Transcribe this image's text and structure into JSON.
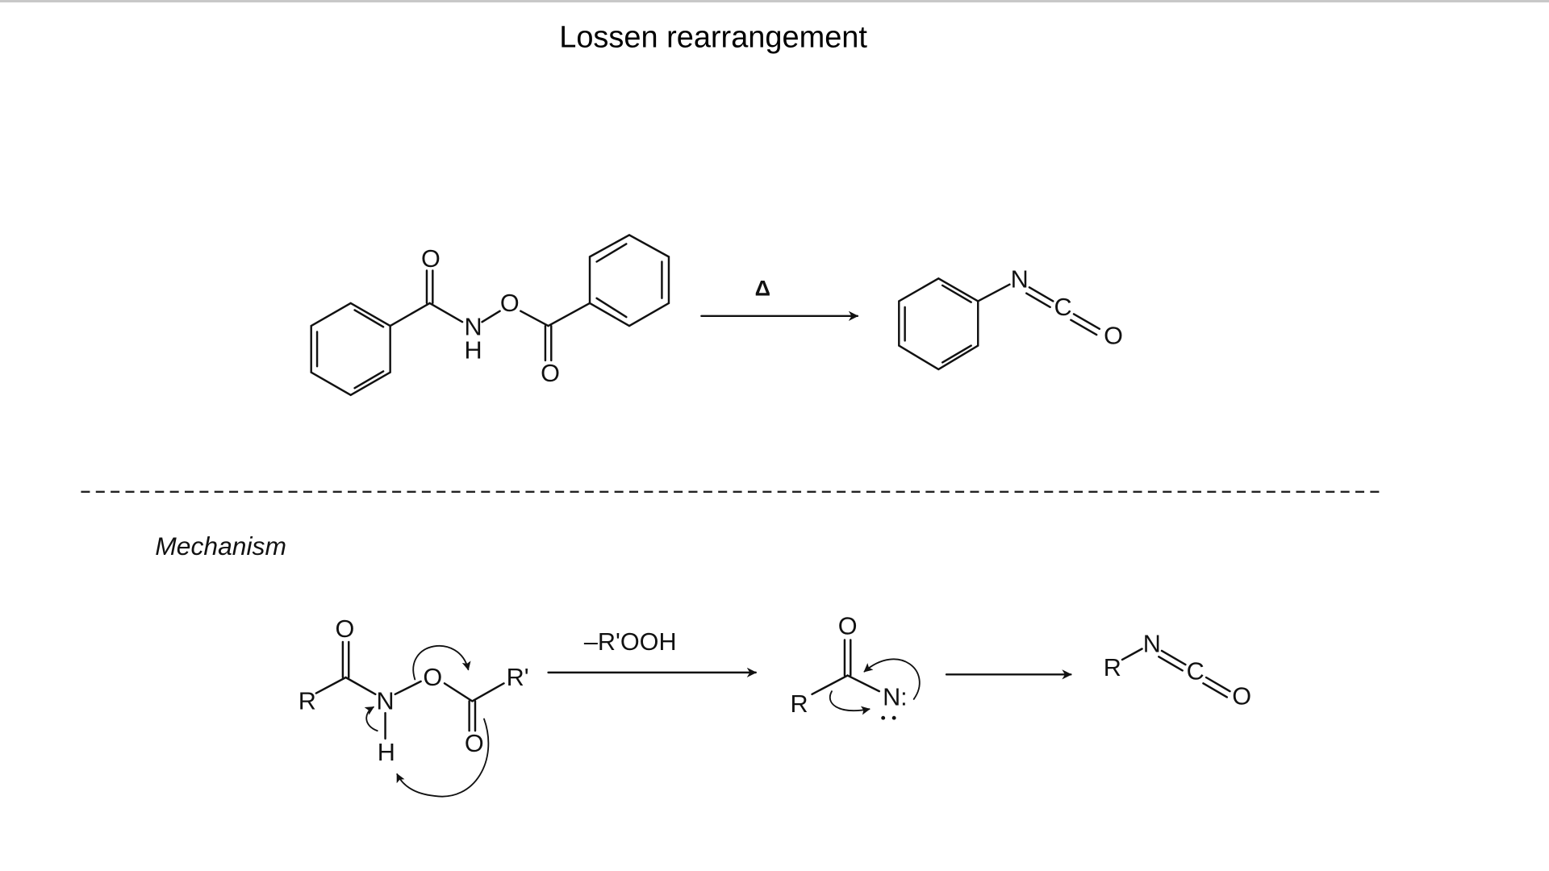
{
  "title": "Lossen rearrangement",
  "section_label": "Mechanism",
  "top_reaction": {
    "reactant_atoms": {
      "o1": "O",
      "n": "N",
      "h": "H",
      "o2": "O",
      "o3": "O"
    },
    "condition": "Δ",
    "product_atoms": {
      "n": "N",
      "c": "C",
      "o": "O"
    }
  },
  "mechanism": {
    "step1": {
      "r": "R",
      "o1": "O",
      "n": "N",
      "h": "H",
      "o2": "O",
      "o3": "O",
      "rprime": "R'"
    },
    "step1_reagent": "–R'OOH",
    "intermediate": {
      "r": "R",
      "o": "O",
      "n": "N:"
    },
    "product": {
      "r": "R",
      "n": "N",
      "c": "C",
      "o": "O"
    }
  }
}
